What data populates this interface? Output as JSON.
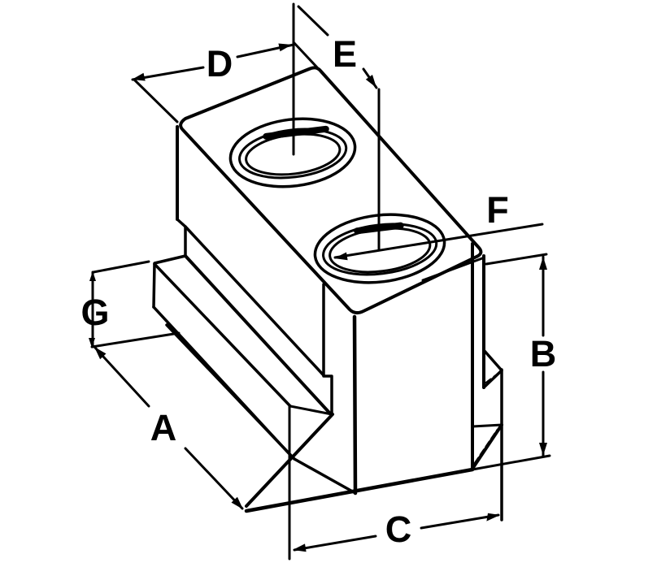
{
  "drawing": {
    "kind": "isometric technical line drawing",
    "subject": "T-nut block with two tapped counterbored holes and stepped T-slot base"
  },
  "labels": {
    "A": "A",
    "B": "B",
    "C": "C",
    "D": "D",
    "E": "E",
    "F": "F",
    "G": "G"
  },
  "colors": {
    "line": "#000000",
    "background": "#ffffff"
  }
}
